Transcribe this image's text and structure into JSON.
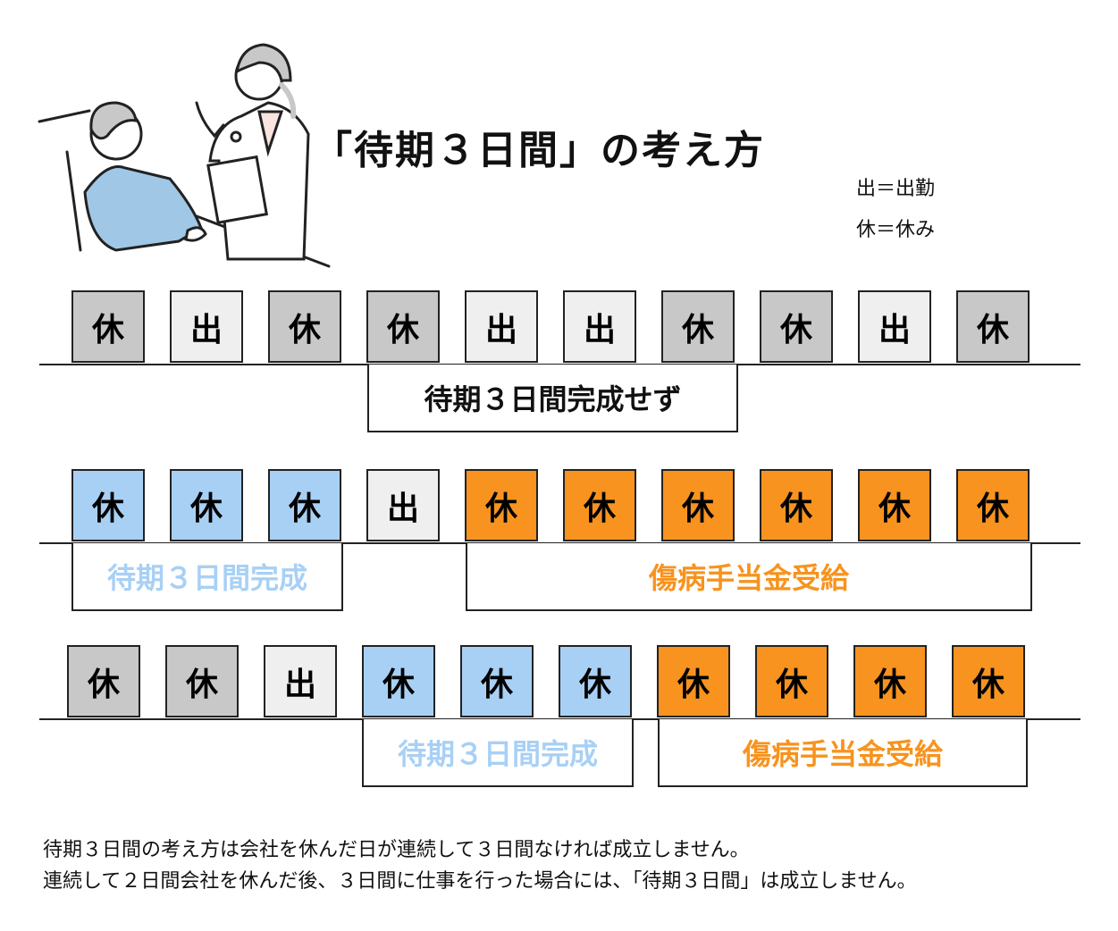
{
  "title": "「待期３日間」の考え方",
  "legend": [
    "出＝出勤",
    "休＝休み"
  ],
  "colors": {
    "off_gray": "#c8c8c8",
    "work": "#efefef",
    "waiting": "#a8d0f5",
    "benefit": "#f7931e"
  },
  "rows": [
    {
      "days": [
        {
          "t": "休",
          "c": "off_gray"
        },
        {
          "t": "出",
          "c": "work"
        },
        {
          "t": "休",
          "c": "off_gray"
        },
        {
          "t": "休",
          "c": "off_gray"
        },
        {
          "t": "出",
          "c": "work"
        },
        {
          "t": "出",
          "c": "work"
        },
        {
          "t": "休",
          "c": "off_gray"
        },
        {
          "t": "休",
          "c": "off_gray"
        },
        {
          "t": "出",
          "c": "work"
        },
        {
          "t": "休",
          "c": "off_gray"
        }
      ],
      "labels": [
        {
          "text": "待期３日間完成せず",
          "color": "#111111"
        }
      ]
    },
    {
      "days": [
        {
          "t": "休",
          "c": "waiting"
        },
        {
          "t": "休",
          "c": "waiting"
        },
        {
          "t": "休",
          "c": "waiting"
        },
        {
          "t": "出",
          "c": "work"
        },
        {
          "t": "休",
          "c": "benefit"
        },
        {
          "t": "休",
          "c": "benefit"
        },
        {
          "t": "休",
          "c": "benefit"
        },
        {
          "t": "休",
          "c": "benefit"
        },
        {
          "t": "休",
          "c": "benefit"
        },
        {
          "t": "休",
          "c": "benefit"
        }
      ],
      "labels": [
        {
          "text": "待期３日間完成",
          "color": "#a8d0f5"
        },
        {
          "text": "傷病手当金受給",
          "color": "#f7931e"
        }
      ]
    },
    {
      "days": [
        {
          "t": "休",
          "c": "off_gray"
        },
        {
          "t": "休",
          "c": "off_gray"
        },
        {
          "t": "出",
          "c": "work"
        },
        {
          "t": "休",
          "c": "waiting"
        },
        {
          "t": "休",
          "c": "waiting"
        },
        {
          "t": "休",
          "c": "waiting"
        },
        {
          "t": "休",
          "c": "benefit"
        },
        {
          "t": "休",
          "c": "benefit"
        },
        {
          "t": "休",
          "c": "benefit"
        },
        {
          "t": "休",
          "c": "benefit"
        }
      ],
      "labels": [
        {
          "text": "待期３日間完成",
          "color": "#a8d0f5"
        },
        {
          "text": "傷病手当金受給",
          "color": "#f7931e"
        }
      ]
    }
  ],
  "footer": [
    "待期３日間の考え方は会社を休んだ日が連続して３日間なければ成立しません。",
    "連続して２日間会社を休んだ後、３日間に仕事を行った場合には、「待期３日間」は成立しません。"
  ]
}
